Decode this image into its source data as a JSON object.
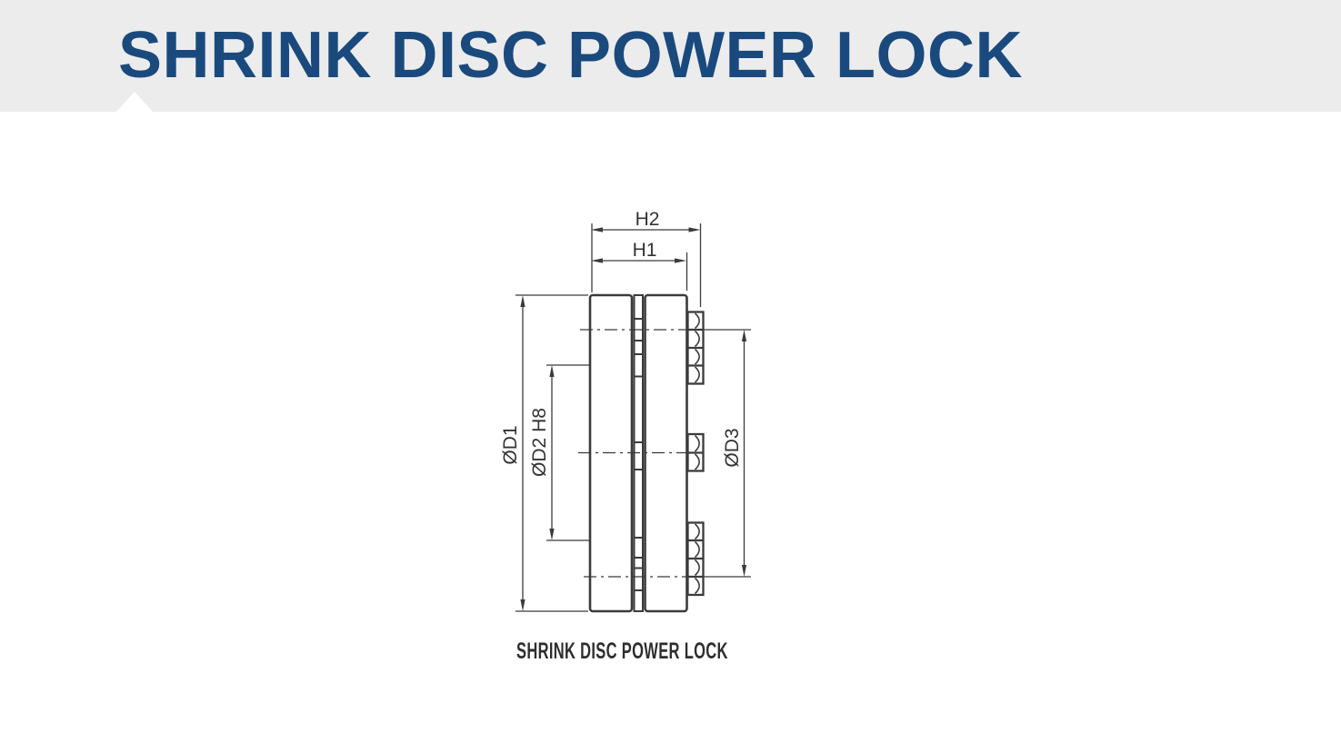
{
  "header": {
    "title": "SHRINK DISC POWER LOCK",
    "title_color": "#1A4A7D",
    "band_color": "#ECECEC"
  },
  "figure": {
    "caption": "SHRINK DISC POWER LOCK",
    "line_color": "#3B3B3B",
    "dimensions": {
      "h2": "H2",
      "h1": "H1",
      "d1": "ØD1",
      "d2": "ØD2 H8",
      "d3": "ØD3"
    }
  }
}
